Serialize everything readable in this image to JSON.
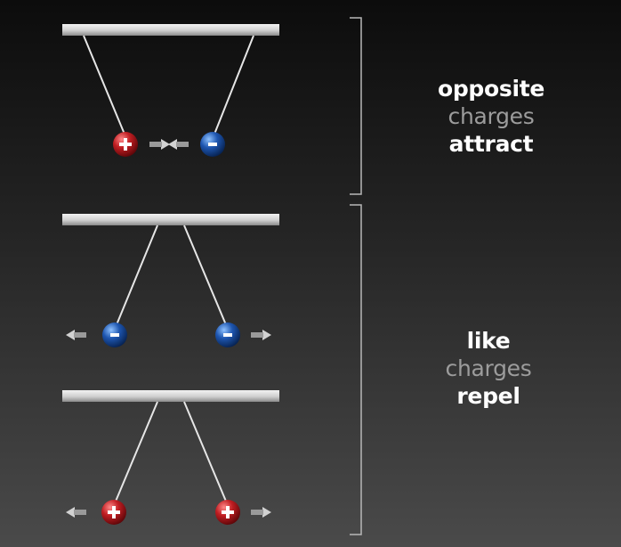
{
  "captions": {
    "attract": {
      "line1": "opposite",
      "line2": "charges",
      "line3": "attract"
    },
    "repel": {
      "line1": "like",
      "line2": "charges",
      "line3": "repel"
    }
  },
  "panels": [
    {
      "id": "opposite",
      "charges": [
        "+",
        "-"
      ],
      "motion": "toward each other"
    },
    {
      "id": "like-negative",
      "charges": [
        "-",
        "-"
      ],
      "motion": "away from each other"
    },
    {
      "id": "like-positive",
      "charges": [
        "+",
        "+"
      ],
      "motion": "away from each other"
    }
  ],
  "colors": {
    "positive": "#c01e22",
    "negative": "#1e56b0",
    "bar": "#d6d6d6",
    "string": "#e6e6e6",
    "arrow": "#9a9a9a"
  },
  "icons": [
    "plus-sign-icon",
    "minus-sign-icon",
    "arrow-icon",
    "bracket-icon"
  ]
}
